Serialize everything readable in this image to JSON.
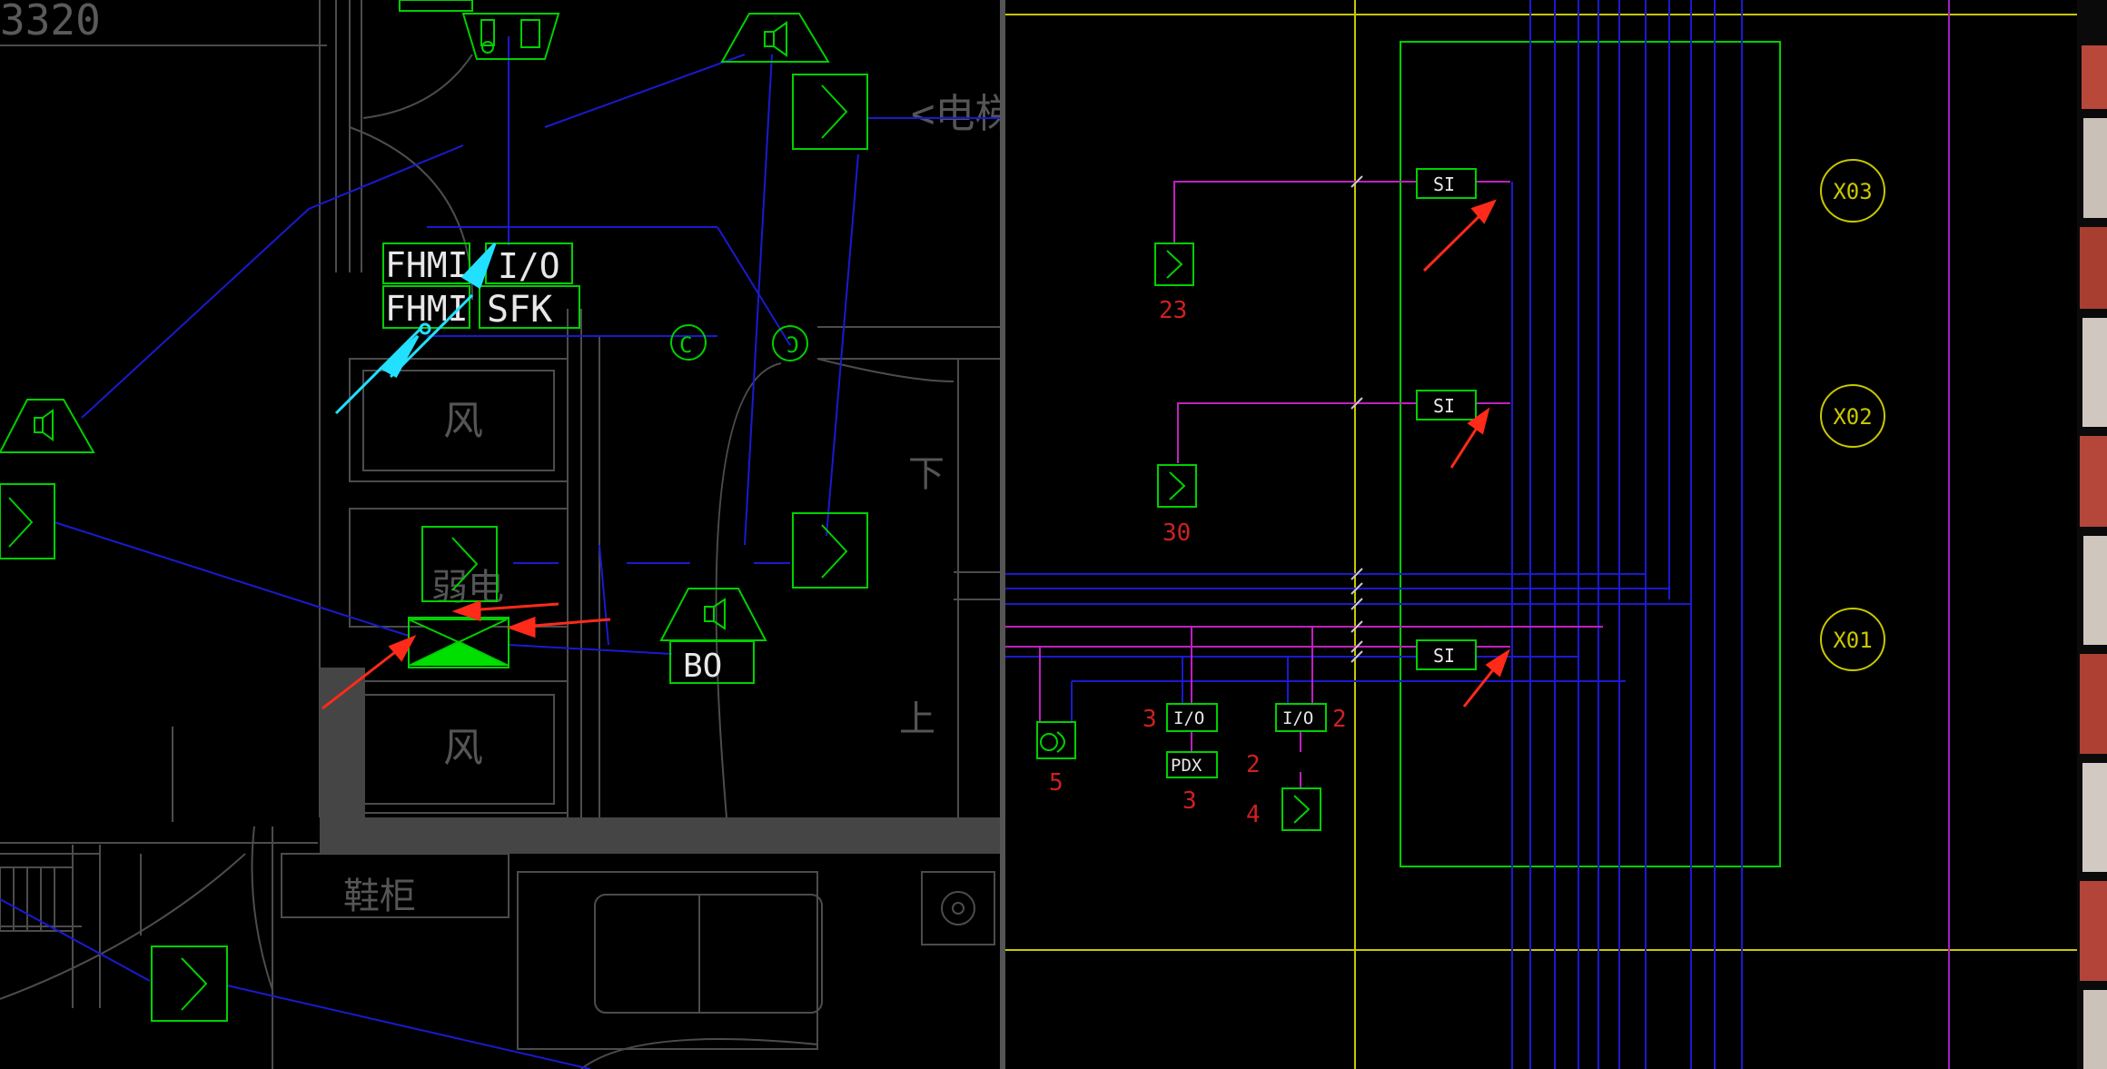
{
  "left_view": {
    "dimension_label": "3320",
    "elevator_label": "<电梯",
    "device_labels": {
      "fhmi_top": "FHMI",
      "io_top": "I/O",
      "fhmi_bottom": "FHMI",
      "sfk": "SFK",
      "bo": "BO"
    },
    "room_labels": {
      "wind_upper": "风",
      "weak_current": "弱电",
      "wind_lower": "风",
      "down": "下",
      "up": "上",
      "shoe_cabinet": "鞋柜"
    },
    "elevator_symbol": "C"
  },
  "right_view": {
    "si_labels": [
      "SI",
      "SI",
      "SI"
    ],
    "bus_circles": [
      "X03",
      "X02",
      "X01"
    ],
    "detector_counts": [
      "23",
      "30",
      "4"
    ],
    "bottom_group": {
      "io_left": "I/O",
      "io_right": "I/O",
      "pdx": "PDX",
      "count_io_left": "3",
      "count_io_right": "2",
      "count_pdx_right": "2",
      "count_pdx_below": "3",
      "count_sounder": "5"
    }
  },
  "colors": {
    "background": "#000000",
    "device_green": "#00d000",
    "wire_blue": "#1a1ad0",
    "wire_magenta": "#c020c0",
    "grid_yellow": "#c8c800",
    "arrow_red": "#ff2a1a",
    "arrow_cyan": "#22e0ff",
    "count_red": "#d02020",
    "plan_gray": "#6a6a6a",
    "wall_gray": "#4a4a4a"
  }
}
